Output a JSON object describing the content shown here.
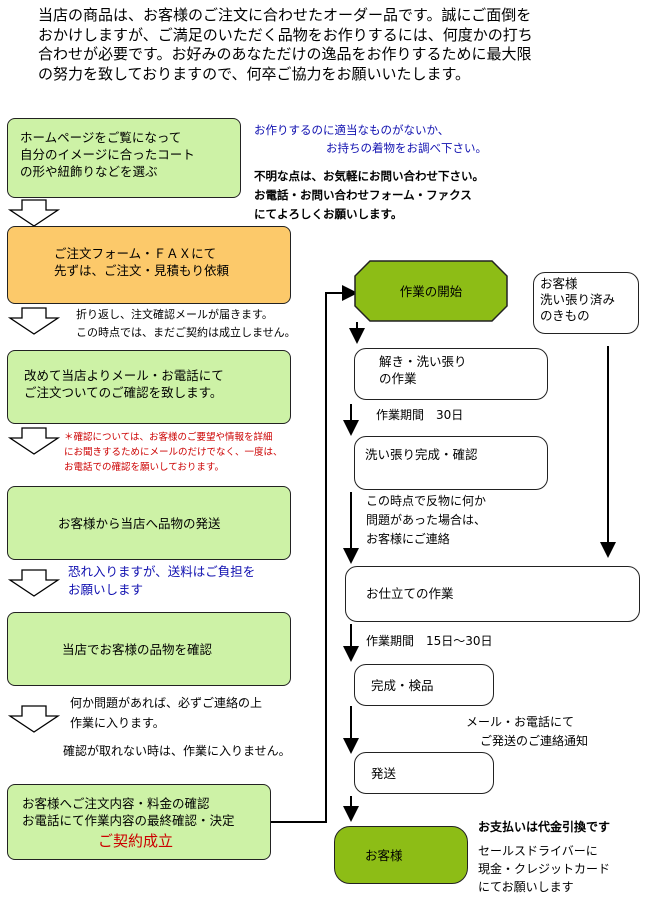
{
  "intro": [
    "当店の商品は、お客様のご注文に合わせたオーダー品です。誠にご面倒を",
    "おかけしますが、ご満足のいただく品物をお作りするには、何度かの打ち",
    "合わせが必要です。お好みのあなただけの逸品をお作りするために最大限",
    "の努力を致しておりますので、何卒ご協力をお願いいたします。"
  ],
  "steps": {
    "homepage": [
      "ホームページをご覧になって",
      "自分のイメージに合ったコート",
      "の形や紐飾りなどを選ぶ"
    ],
    "order": [
      "ご注文フォーム・ＦＡＸにて",
      "先ずは、ご注文・見積もり依頼"
    ],
    "confirm_call": [
      "改めて当店よりメール・お電話にて",
      "ご注文ついてのご確認を致します。"
    ],
    "send_goods": "お客様から当店へ品物の発送",
    "check_goods": "当店でお客様の品物を確認",
    "final": [
      "お客様へご注文内容・料金の確認",
      "お電話にて作業内容の最終確認・決定"
    ],
    "contract": "ご契約成立"
  },
  "notes": {
    "suitable": [
      "お作りするのに適当なものがないか、",
      "お持ちの着物をお調べ下さい。"
    ],
    "questions": [
      "不明な点は、お気軽にお問い合わせ下さい。",
      "お電話・お問い合わせフォーム・ファクス",
      "にてよろしくお願いします。"
    ],
    "reply": [
      "折り返し、注文確認メールが届きます。",
      "この時点では、まだご契約は成立しません。"
    ],
    "asterisk": [
      "＊確認については、お客様のご要望や情報を詳細",
      "にお聞きするためにメールのだけでなく、一度は、",
      "お電話での確認を願いしております。"
    ],
    "shipping": [
      "恐れ入りますが、送料はご負担を",
      "お願いします"
    ],
    "problem": [
      "何か問題があれば、必ずご連絡の上",
      "作業に入ります。"
    ],
    "no_confirm": "確認が取れない時は、作業に入りません。"
  },
  "work": {
    "start": "作業の開始",
    "washed": [
      "お客様",
      "洗い張り済み",
      "のきもの"
    ],
    "unpick": [
      "解き・洗い張り",
      "の作業"
    ],
    "period1": "作業期間　30日",
    "wash_done": "洗い張り完成・確認",
    "fabric_note": [
      "この時点で反物に何か",
      "問題があった場合は、",
      "お客様にご連絡"
    ],
    "tailoring": "お仕立ての作業",
    "period2": "作業期間　15日〜30日",
    "inspect": "完成・検品",
    "ship_notice": [
      "メール・お電話にて",
      "ご発送のご連絡通知"
    ],
    "ship": "発送",
    "customer": "お客様"
  },
  "payment": {
    "title": "お支払いは代金引換です",
    "lines": [
      "セールスドライバーに",
      "現金・クレジットカード",
      "にてお願いします"
    ]
  }
}
